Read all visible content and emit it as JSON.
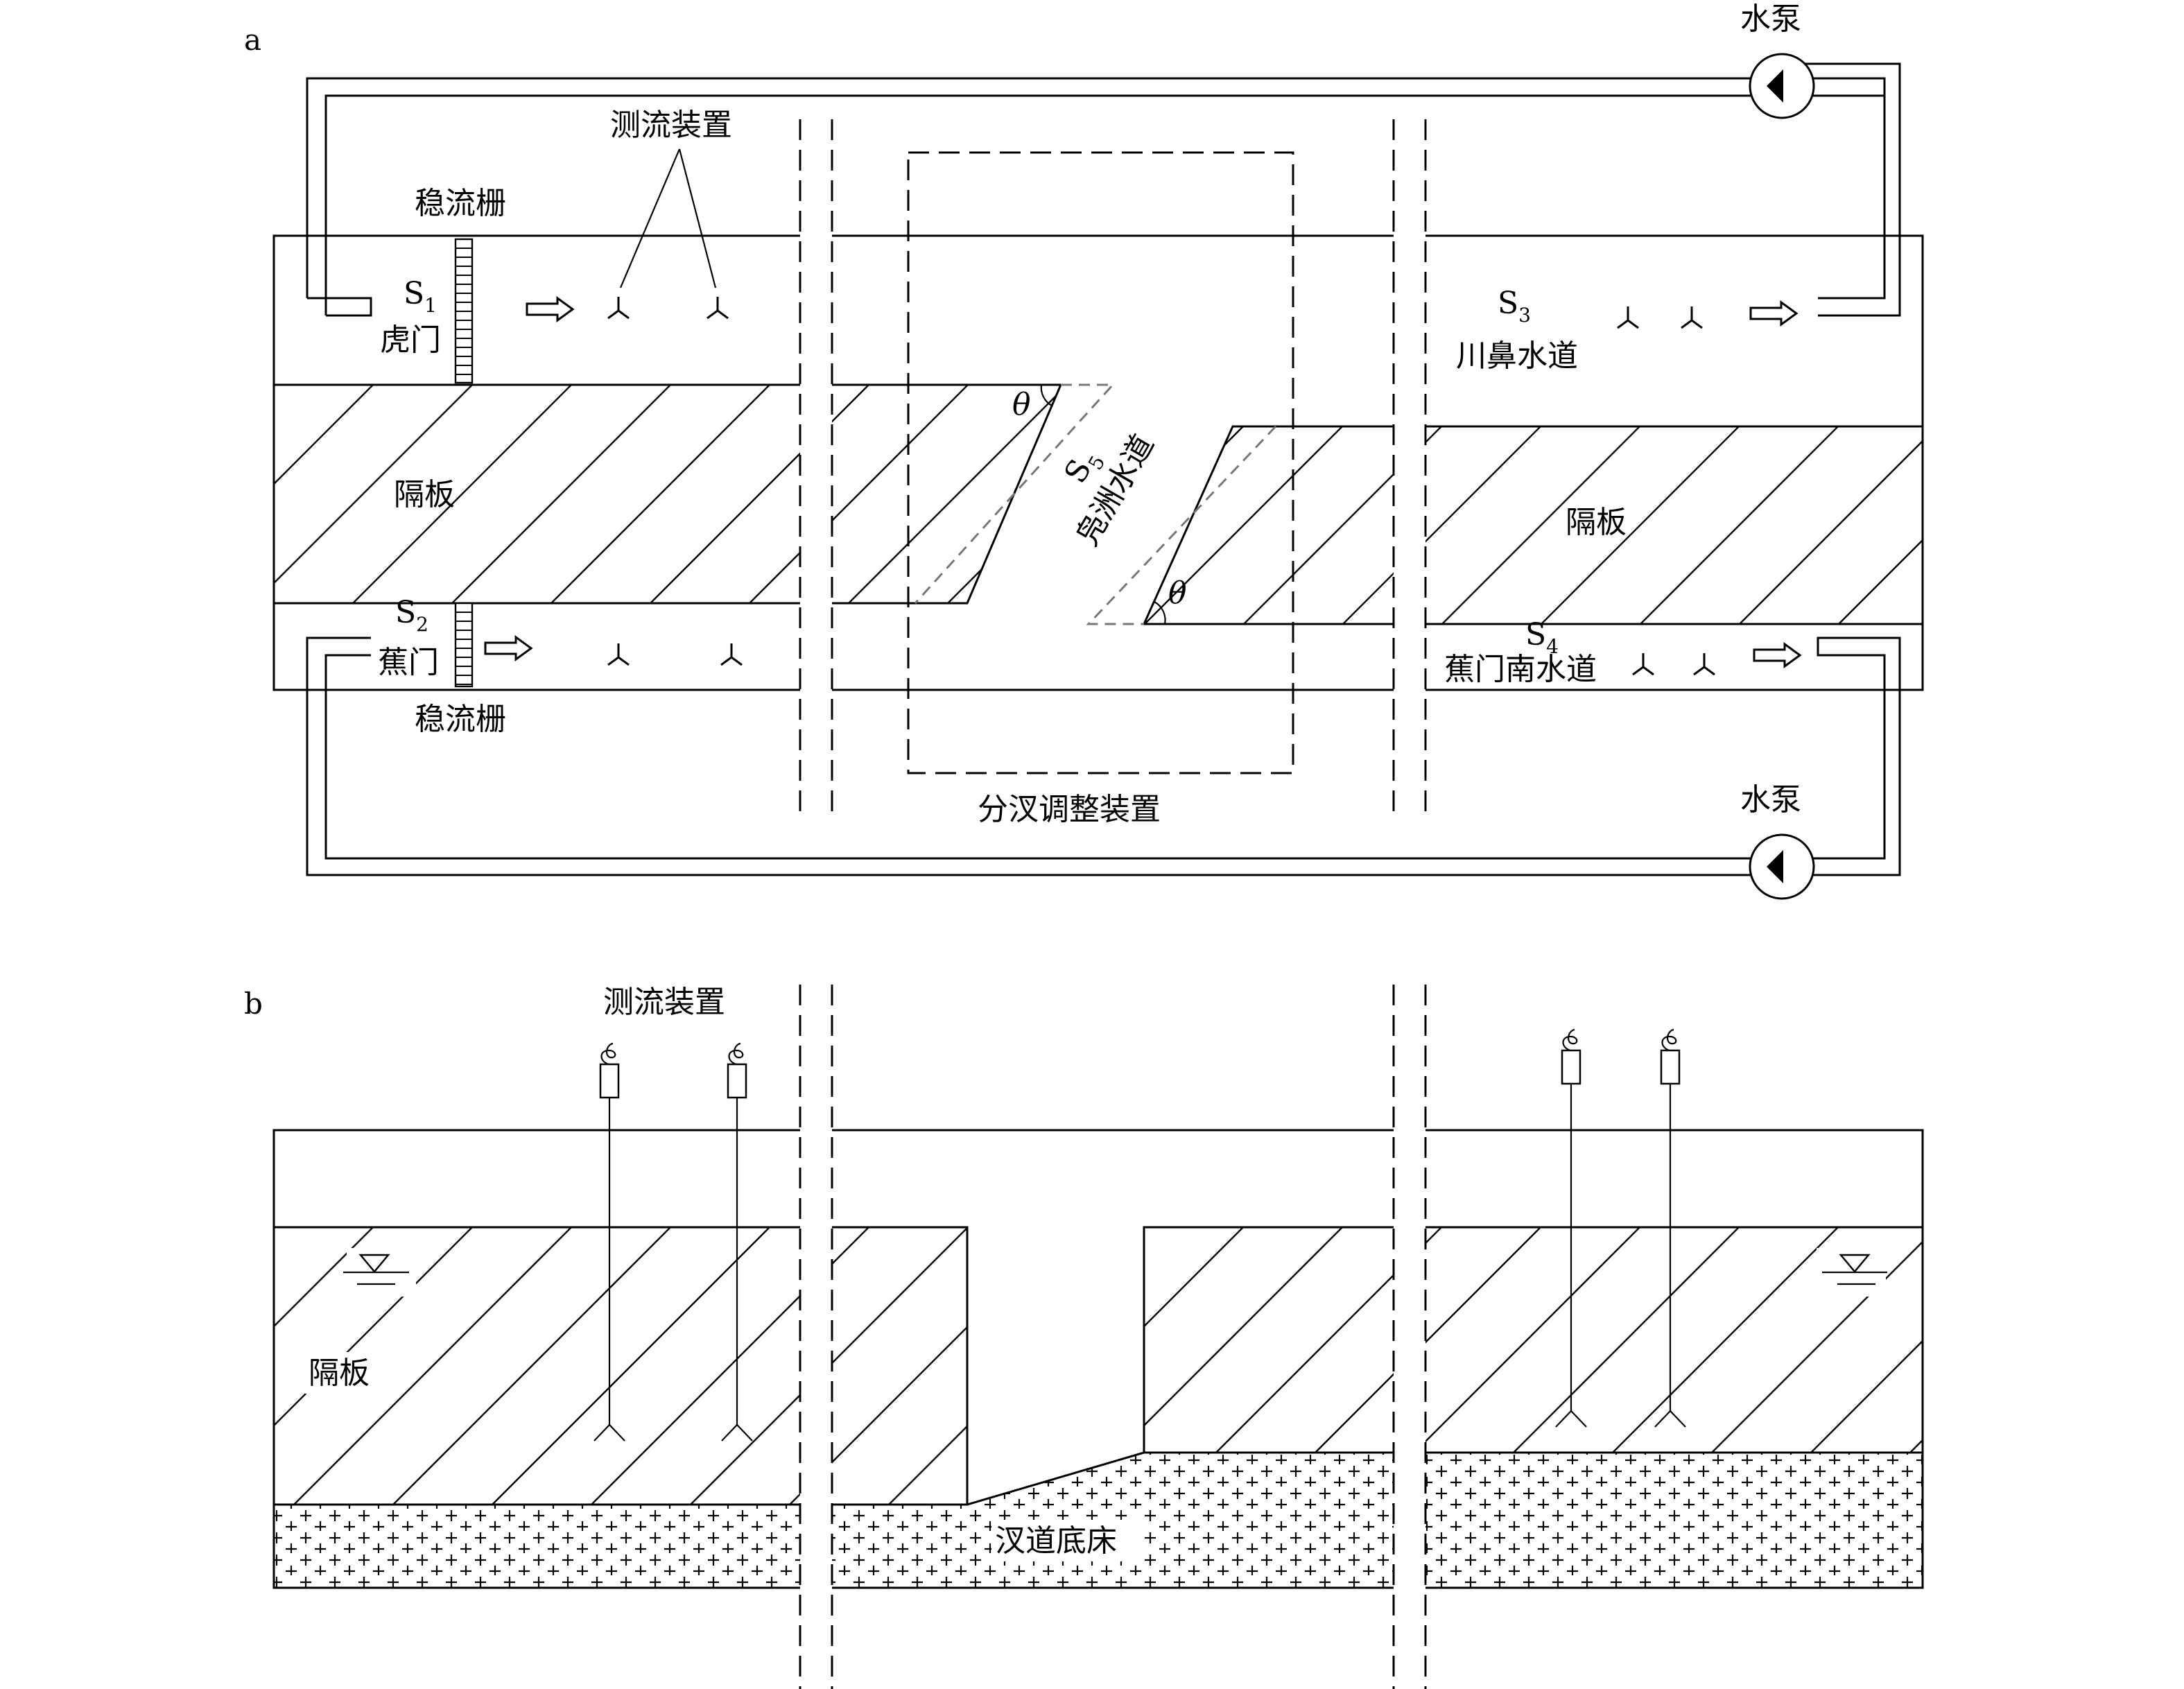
{
  "panel_a": {
    "letter": "a",
    "pump_top": "水泵",
    "pump_bottom": "水泵",
    "flow_meters": "测流装置",
    "stabilizer_top": "稳流栅",
    "stabilizer_bottom": "稳流栅",
    "s1": "S",
    "s1_sub": "1",
    "humen": "虎门",
    "s2": "S",
    "s2_sub": "2",
    "jiaomen": "蕉门",
    "s3": "S",
    "s3_sub": "3",
    "chuanbi": "川鼻水道",
    "s4": "S",
    "s4_sub": "4",
    "jiaomen_south": "蕉门南水道",
    "s5": "S",
    "s5_sub": "5",
    "fuzhou": "凫洲水道",
    "partition_left": "隔板",
    "partition_right": "隔板",
    "theta_top": "θ",
    "theta_bottom": "θ",
    "adjuster": "分汊调整装置"
  },
  "panel_b": {
    "letter": "b",
    "flow_meters": "测流装置",
    "partition": "隔板",
    "bed": "汊道底床"
  }
}
